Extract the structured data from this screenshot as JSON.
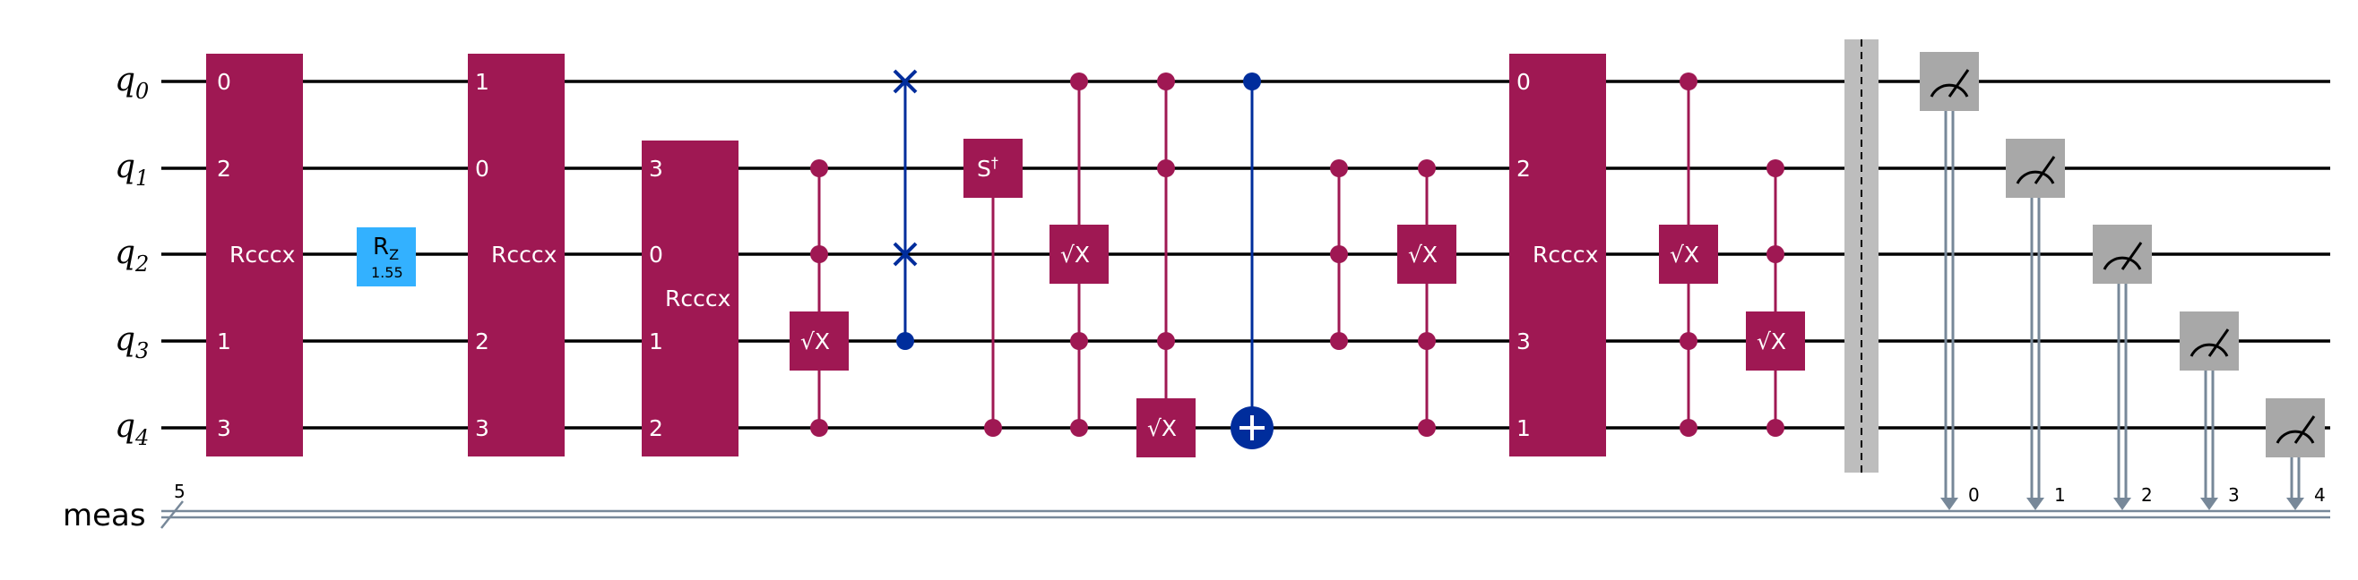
{
  "qubits": [
    {
      "name": "q",
      "index": "0"
    },
    {
      "name": "q",
      "index": "1"
    },
    {
      "name": "q",
      "index": "2"
    },
    {
      "name": "q",
      "index": "3"
    },
    {
      "name": "q",
      "index": "4"
    }
  ],
  "creg": {
    "label": "meas",
    "size": "5"
  },
  "rcccx": [
    {
      "label": "Rcccx",
      "pins": [
        "0",
        "2",
        "",
        "1",
        "3"
      ]
    },
    {
      "label": "Rcccx",
      "pins": [
        "1",
        "0",
        "",
        "2",
        "3"
      ]
    },
    {
      "label": "Rcccx",
      "pins": [
        "",
        "3",
        "0",
        "1",
        "2"
      ]
    },
    {
      "label": "Rcccx",
      "pins": [
        "0",
        "2",
        "",
        "3",
        "1"
      ]
    }
  ],
  "rz": {
    "label_main": "R",
    "label_sub": "Z",
    "param": "1.55"
  },
  "sdg": {
    "label": "S",
    "dagger": "†"
  },
  "sx_label": "√X",
  "measure_bits": [
    "0",
    "1",
    "2",
    "3",
    "4"
  ],
  "colors": {
    "multi_gate": "#9F1853",
    "rz_gate": "#33B1FF",
    "swap_cx": "#002D9C",
    "barrier": "#BDBDBD",
    "measure": "#A8A8A8",
    "classical_wire": "#778899"
  }
}
